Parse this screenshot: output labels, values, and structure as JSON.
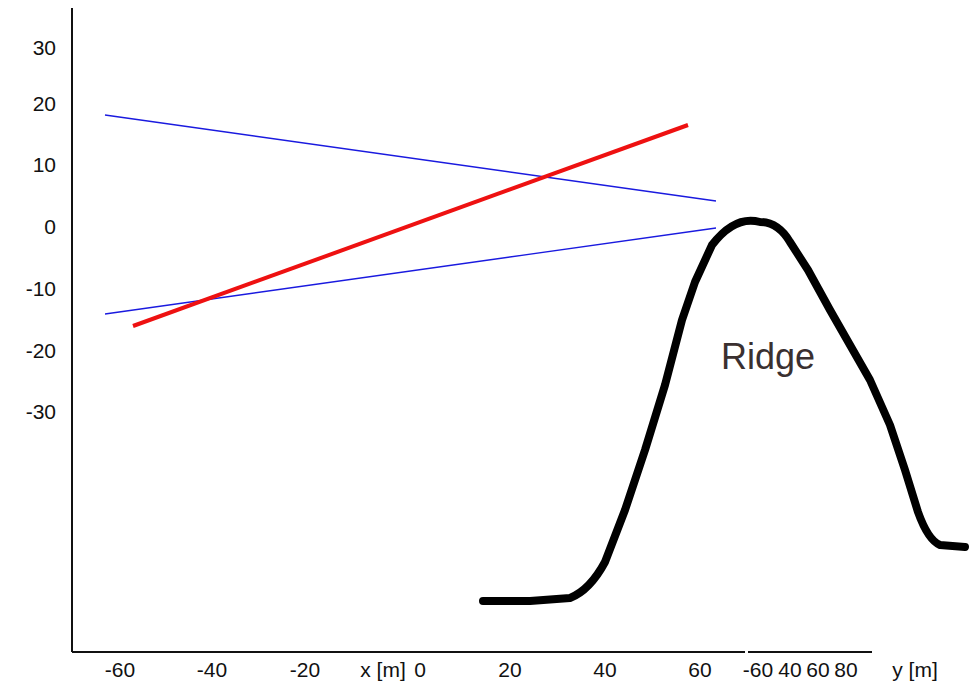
{
  "diagram": {
    "labels": [
      "30",
      "20",
      "10",
      "0",
      "-10",
      "-20",
      "-30",
      "-60",
      "-40",
      "-20",
      "x [m]",
      "0",
      "20",
      "40",
      "60",
      "-60",
      "40",
      "60",
      "80",
      "y [m]",
      "Ridge"
    ]
  }
}
